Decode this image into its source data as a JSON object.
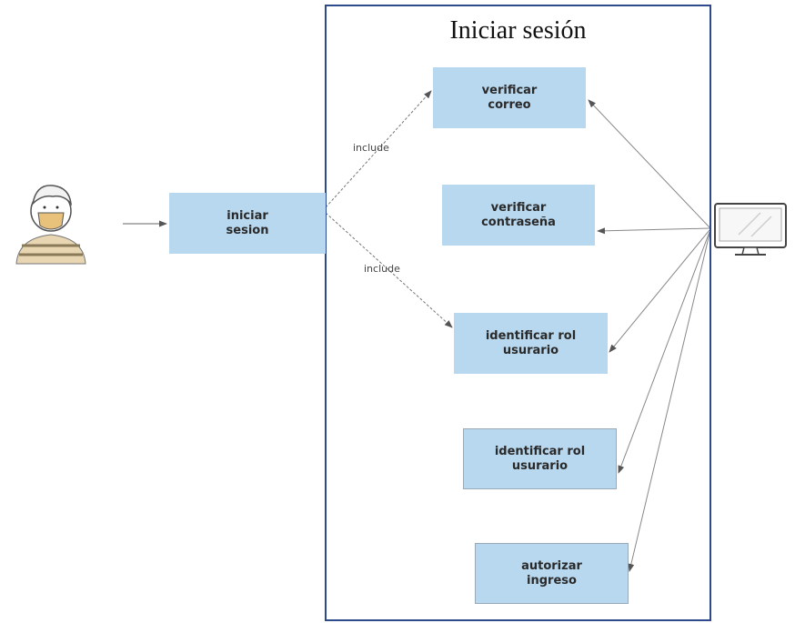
{
  "system": {
    "title": "Iniciar sesión"
  },
  "actor": {
    "icon": "person-with-mask-icon"
  },
  "secondary_actor": {
    "icon": "computer-monitor-icon"
  },
  "use_cases": {
    "iniciar_sesion": "iniciar\nsesion",
    "verificar_correo": "verificar\ncorreo",
    "verificar_contrasena": "verificar\ncontraseña",
    "identificar_rol_1": "identificar rol\nusurario",
    "identificar_rol_2": "identificar rol\nusurario",
    "autorizar_ingreso": "autorizar\ningreso"
  },
  "relations": {
    "include_top": "include",
    "include_bottom": "include"
  },
  "colors": {
    "usecase_fill": "#b8d8ef",
    "boundary": "#2c4a8c",
    "line": "#777777"
  }
}
